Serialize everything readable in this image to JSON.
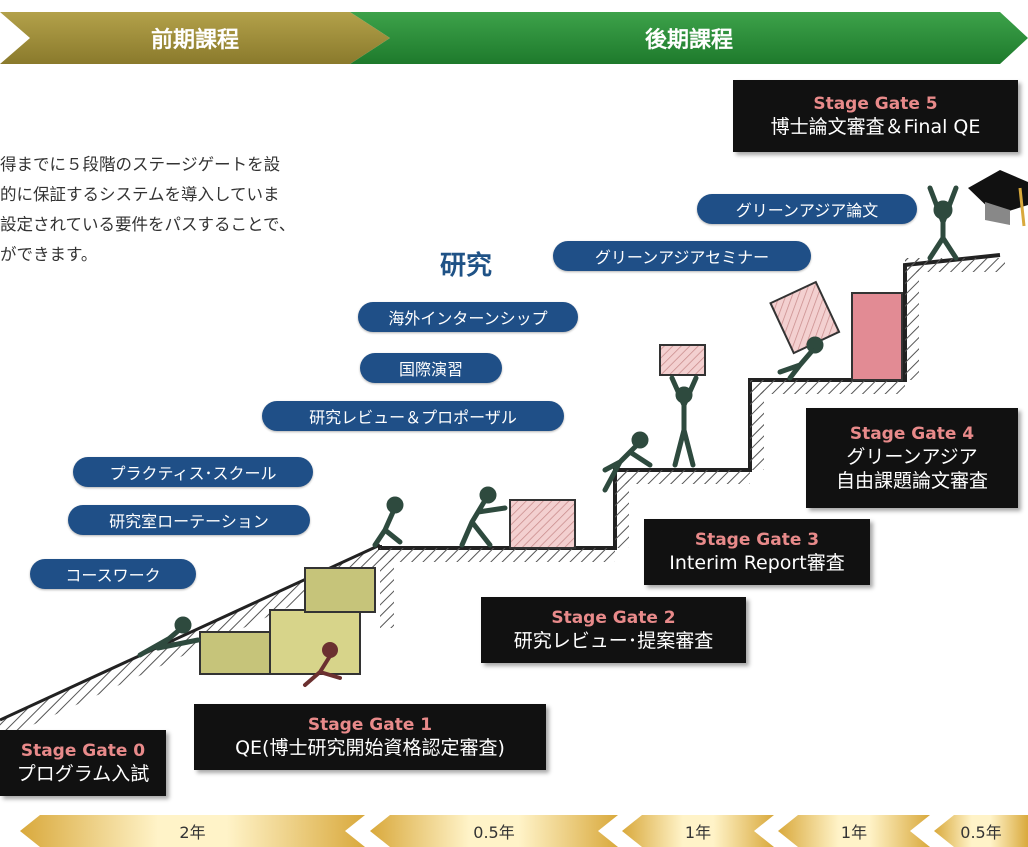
{
  "phases": {
    "early": "前期課程",
    "late": "後期課程"
  },
  "intro_lines": [
    "得までに５段階のステージゲートを設",
    "的に保証するシステムを導入していま",
    "設定されている要件をパスすることで、",
    "ができます。"
  ],
  "research_label": "研究",
  "activities": [
    "グリーンアジア論文",
    "グリーンアジアセミナー",
    "海外インターンシップ",
    "国際演習",
    "研究レビュー＆プロポーザル",
    "プラクティス･スクール",
    "研究室ローテーション",
    "コースワーク"
  ],
  "gates": [
    {
      "title": "Stage Gate 0",
      "desc": [
        "プログラム入試"
      ]
    },
    {
      "title": "Stage Gate 1",
      "desc": [
        "QE(博士研究開始資格認定審査)"
      ]
    },
    {
      "title": "Stage Gate 2",
      "desc": [
        "研究レビュー･提案審査"
      ]
    },
    {
      "title": "Stage Gate 3",
      "desc": [
        "Interim Report審査"
      ]
    },
    {
      "title": "Stage Gate 4",
      "desc": [
        "グリーンアジア",
        "自由課題論文審査"
      ]
    },
    {
      "title": "Stage Gate 5",
      "desc": [
        "博士論文審査＆Final QE"
      ]
    }
  ],
  "durations": [
    "2年",
    "0.5年",
    "1年",
    "1年",
    "0.5年"
  ],
  "colors": {
    "pill": "#1f4f87",
    "gate_title": "#e88a8a",
    "early": "#9c8c3a",
    "late": "#2e8b3c",
    "duration": "#d9a93c"
  }
}
